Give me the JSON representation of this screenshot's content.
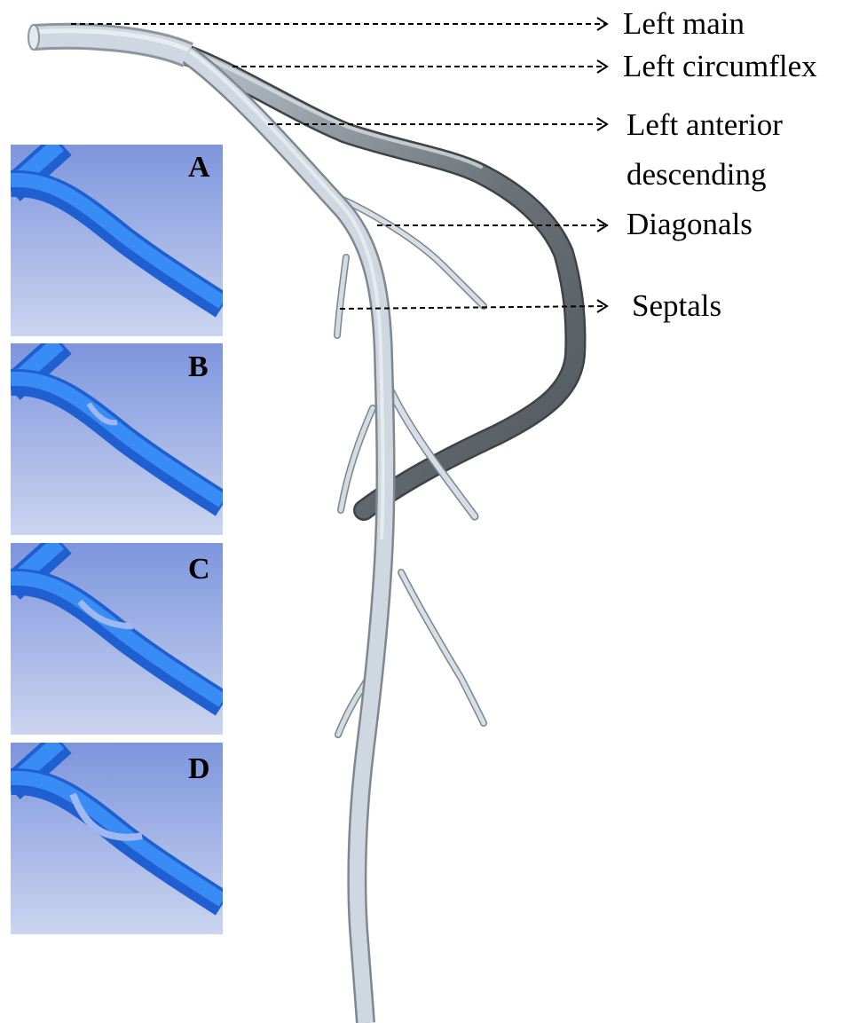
{
  "labels": {
    "left_main": "Left main",
    "left_circumflex": "Left circumflex",
    "lad_line1": "Left anterior",
    "lad_line2": "descending",
    "diagonals": "Diagonals",
    "septals": "Septals"
  },
  "panels": [
    "A",
    "B",
    "C",
    "D"
  ],
  "colors": {
    "vessel_light": "#c9d3dc",
    "vessel_dark": "#5b6268",
    "panel_bg_top": "#7f97de",
    "panel_bg_bottom": "#c8d3ef",
    "panel_vessel": "#2f7ff0"
  }
}
